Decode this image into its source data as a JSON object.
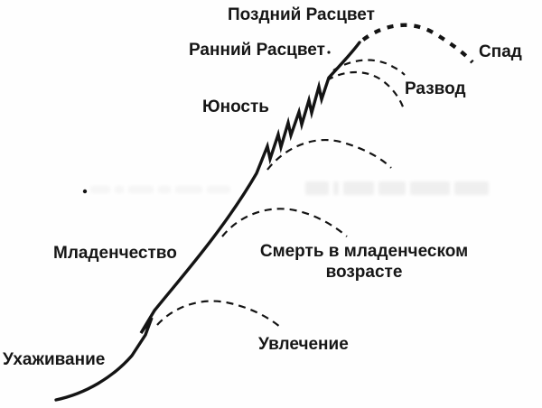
{
  "diagram": {
    "type": "lifecycle-curve",
    "labels": {
      "late_prime": "Поздний Расцвет",
      "early_prime": "Ранний Расцвет",
      "decline": "Спад",
      "divorce": "Развод",
      "adolescence": "Юность",
      "infancy": "Младенчество",
      "infant_death_line1": "Смерть в младенческом",
      "infant_death_line2": "возрасте",
      "courtship": "Ухаживание",
      "affair": "Увлечение"
    },
    "colors": {
      "stroke": "#141414",
      "label_text": "#161616",
      "background": "#fefefe"
    }
  }
}
